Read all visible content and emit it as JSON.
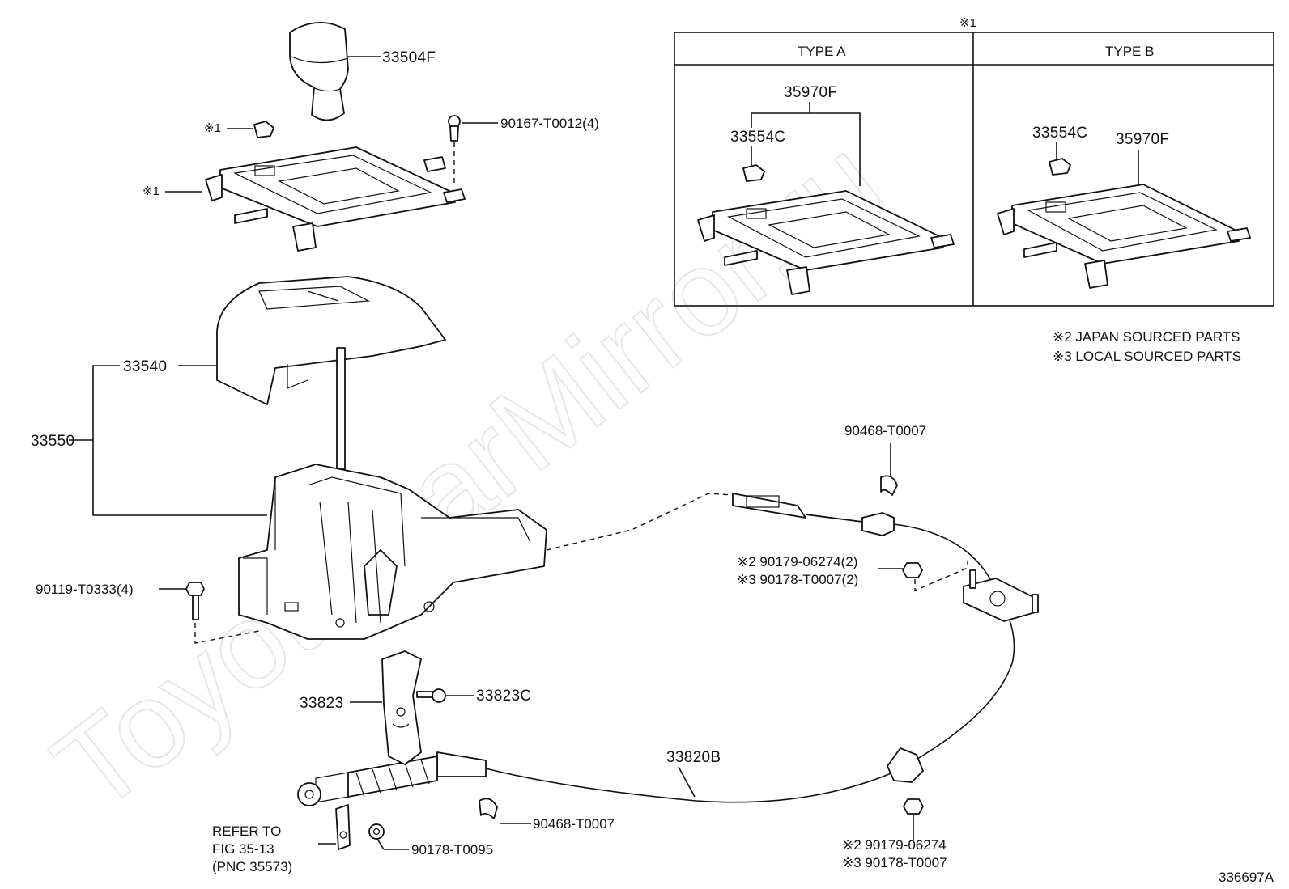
{
  "watermark": "ToyotaCarMirror.ru",
  "diagram_id": "336697A",
  "inset": {
    "marker": "※1",
    "type_a": {
      "title": "TYPE A",
      "part_top": "35970F",
      "part_clip": "33554C"
    },
    "type_b": {
      "title": "TYPE B",
      "part_clip": "33554C",
      "part_bezel": "35970F"
    }
  },
  "notes": {
    "japan": "※2 JAPAN SOURCED PARTS",
    "local": "※3 LOCAL SOURCED PARTS"
  },
  "labels": {
    "knob": "33504F",
    "clip_marker": "※1",
    "bezel_marker": "※1",
    "screw": "90167-T0012(4)",
    "cover": "33540",
    "assembly": "33550",
    "bolt": "90119-T0333(4)",
    "clip_upper": "90468-T0007",
    "nut_upper_2": "※2 90179-06274(2)",
    "nut_upper_3": "※3 90178-T0007(2)",
    "bracket": "33823",
    "bracket_bolt": "33823C",
    "cable": "33820B",
    "clip_lower": "90468-T0007",
    "refer_1": "REFER  TO",
    "refer_2": "FIG  35-13",
    "refer_3": "(PNC  35573)",
    "washer": "90178-T0095",
    "nut_lower_2": "※2 90179-06274",
    "nut_lower_3": "※3 90178-T0007"
  }
}
